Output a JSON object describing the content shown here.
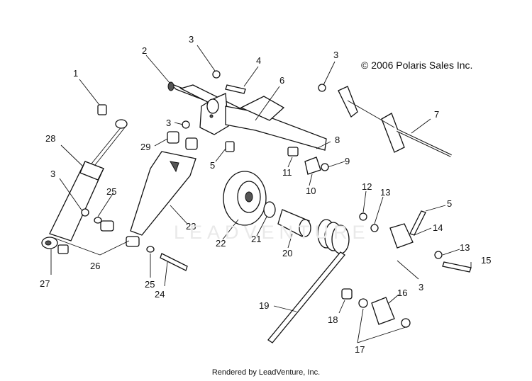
{
  "copyright": "© 2006 Polaris Sales Inc.",
  "footer": "Rendered by LeadVenture, Inc.",
  "watermark": "LEADVENTURE",
  "callouts": [
    {
      "id": "c1",
      "label": "1"
    },
    {
      "id": "c2",
      "label": "2"
    },
    {
      "id": "c3a",
      "label": "3"
    },
    {
      "id": "c4",
      "label": "4"
    },
    {
      "id": "c3b",
      "label": "3"
    },
    {
      "id": "c6",
      "label": "6"
    },
    {
      "id": "c7",
      "label": "7"
    },
    {
      "id": "c3c",
      "label": "3"
    },
    {
      "id": "c28",
      "label": "28"
    },
    {
      "id": "c29",
      "label": "29"
    },
    {
      "id": "c5a",
      "label": "5"
    },
    {
      "id": "c8",
      "label": "8"
    },
    {
      "id": "c9",
      "label": "9"
    },
    {
      "id": "c11",
      "label": "11"
    },
    {
      "id": "c10",
      "label": "10"
    },
    {
      "id": "c3d",
      "label": "3"
    },
    {
      "id": "c25a",
      "label": "25"
    },
    {
      "id": "c12",
      "label": "12"
    },
    {
      "id": "c13a",
      "label": "13"
    },
    {
      "id": "c5b",
      "label": "5"
    },
    {
      "id": "c23",
      "label": "23"
    },
    {
      "id": "c14",
      "label": "14"
    },
    {
      "id": "c22",
      "label": "22"
    },
    {
      "id": "c21",
      "label": "21"
    },
    {
      "id": "c20",
      "label": "20"
    },
    {
      "id": "c13b",
      "label": "13"
    },
    {
      "id": "c26",
      "label": "26"
    },
    {
      "id": "c15",
      "label": "15"
    },
    {
      "id": "c25b",
      "label": "25"
    },
    {
      "id": "c27",
      "label": "27"
    },
    {
      "id": "c3e",
      "label": "3"
    },
    {
      "id": "c24",
      "label": "24"
    },
    {
      "id": "c16",
      "label": "16"
    },
    {
      "id": "c19",
      "label": "19"
    },
    {
      "id": "c18",
      "label": "18"
    },
    {
      "id": "c17",
      "label": "17"
    }
  ]
}
